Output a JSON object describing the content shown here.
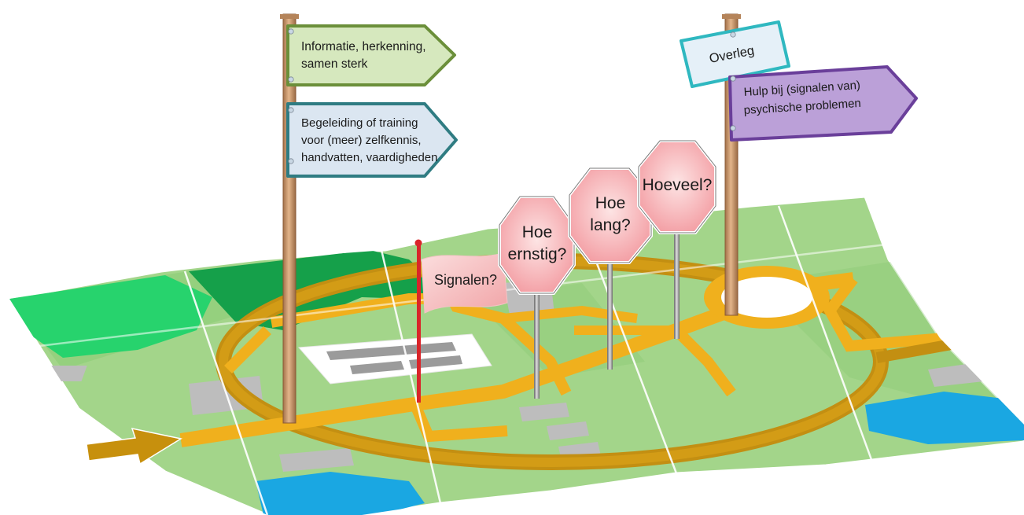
{
  "signs": {
    "left_top": {
      "line1": "Informatie, herkenning,",
      "line2": "samen sterk"
    },
    "left_bottom": {
      "line1": "Begeleiding of training",
      "line2": "voor (meer) zelfkennis,",
      "line3": "handvatten, vaardigheden"
    },
    "right_top": {
      "label": "Overleg"
    },
    "right_bottom": {
      "line1": "Hulp bij (signalen van)",
      "line2": "psychische problemen"
    }
  },
  "flag": {
    "label": "Signalen?"
  },
  "stop_signs": [
    {
      "line1": "Hoe",
      "line2": "ernstig?"
    },
    {
      "line1": "Hoe",
      "line2": "lang?"
    },
    {
      "line1": "Hoeveel?",
      "line2": ""
    }
  ],
  "colors": {
    "map_green": "#a3d58a",
    "park_green": "#2ecc6e",
    "road_gold": "#e6ad1c",
    "road_dark_gold": "#b8860b",
    "water_blue": "#10a4e0",
    "sign_green_border": "#6b8f3a",
    "sign_teal_border": "#2f7c82",
    "sign_purple": "#b79bd6",
    "sign_cyan_border": "#2fb8c0",
    "stop_pink": "#f8a9ad",
    "flag_red": "#d9252a",
    "post_wood": "#c8946a"
  }
}
